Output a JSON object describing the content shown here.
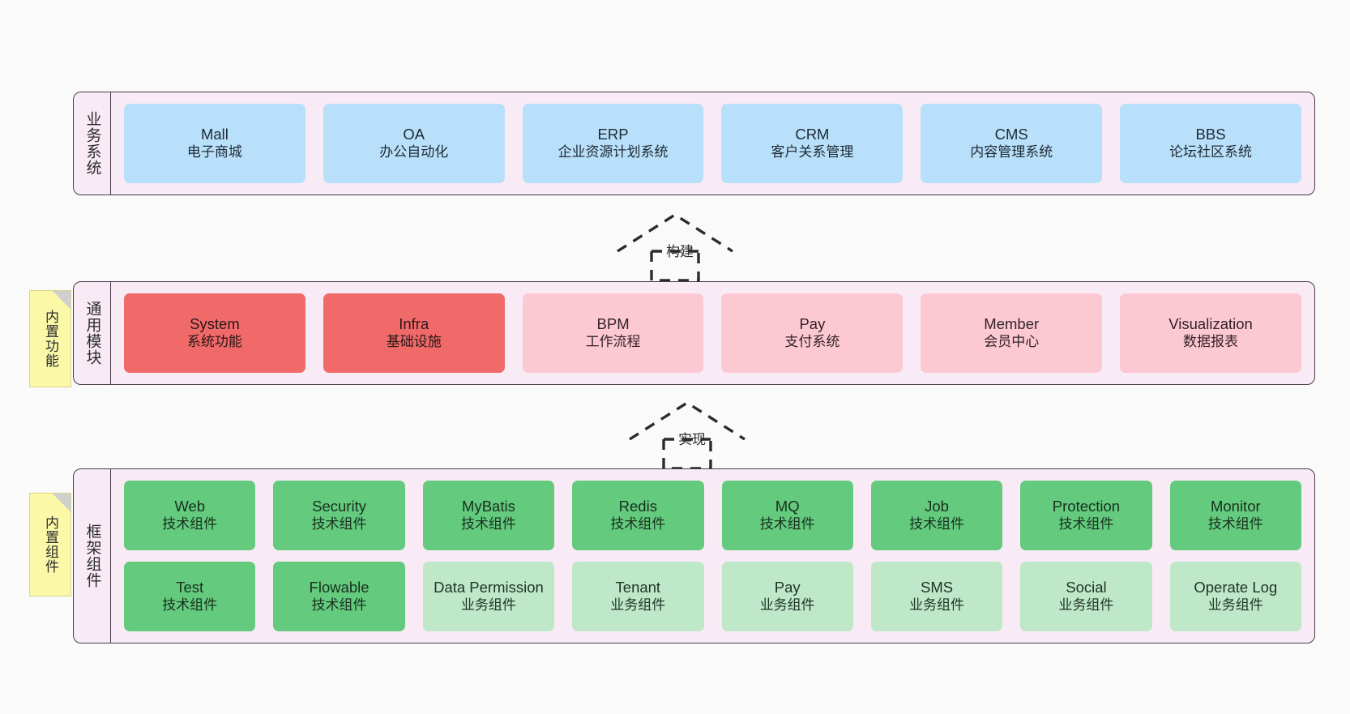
{
  "canvas": {
    "background": "#fafafa"
  },
  "palette": {
    "layer_fill": "#f9ebf5",
    "layer_border": "#4b3b4a",
    "business_card": "#b9e0fb",
    "core_module_strong": "#f16a6a",
    "core_module_light": "#fcc9d2",
    "framework_tech": "#64ca7d",
    "framework_business": "#bfe8c8",
    "note_fill": "#fbf8a8",
    "arrow_stroke": "#2b2b2b"
  },
  "layers": [
    {
      "id": "business-system",
      "title": "业务系统",
      "rows": [
        {
          "cards": [
            {
              "name": "Mall",
              "desc": "电子商城",
              "style": "blue"
            },
            {
              "name": "OA",
              "desc": "办公自动化",
              "style": "blue"
            },
            {
              "name": "ERP",
              "desc": "企业资源计划系统",
              "style": "blue"
            },
            {
              "name": "CRM",
              "desc": "客户关系管理",
              "style": "blue"
            },
            {
              "name": "CMS",
              "desc": "内容管理系统",
              "style": "blue"
            },
            {
              "name": "BBS",
              "desc": "论坛社区系统",
              "style": "blue"
            }
          ]
        }
      ]
    },
    {
      "id": "common-module",
      "title": "通用模块",
      "note": "内置功能",
      "rows": [
        {
          "cards": [
            {
              "name": "System",
              "desc": "系统功能",
              "style": "red"
            },
            {
              "name": "Infra",
              "desc": "基础设施",
              "style": "red"
            },
            {
              "name": "BPM",
              "desc": "工作流程",
              "style": "pinkl"
            },
            {
              "name": "Pay",
              "desc": "支付系统",
              "style": "pinkl"
            },
            {
              "name": "Member",
              "desc": "会员中心",
              "style": "pinkl"
            },
            {
              "name": "Visualization",
              "desc": "数据报表",
              "style": "pinkl"
            }
          ]
        }
      ]
    },
    {
      "id": "framework-component",
      "title": "框架组件",
      "note": "内置组件",
      "rows": [
        {
          "cards": [
            {
              "name": "Web",
              "desc": "技术组件",
              "style": "green"
            },
            {
              "name": "Security",
              "desc": "技术组件",
              "style": "green"
            },
            {
              "name": "MyBatis",
              "desc": "技术组件",
              "style": "green"
            },
            {
              "name": "Redis",
              "desc": "技术组件",
              "style": "green"
            },
            {
              "name": "MQ",
              "desc": "技术组件",
              "style": "green"
            },
            {
              "name": "Job",
              "desc": "技术组件",
              "style": "green"
            },
            {
              "name": "Protection",
              "desc": "技术组件",
              "style": "green"
            },
            {
              "name": "Monitor",
              "desc": "技术组件",
              "style": "green"
            }
          ]
        },
        {
          "cards": [
            {
              "name": "Test",
              "desc": "技术组件",
              "style": "green"
            },
            {
              "name": "Flowable",
              "desc": "技术组件",
              "style": "green"
            },
            {
              "name": "Data Permission",
              "desc": "业务组件",
              "style": "greenl"
            },
            {
              "name": "Tenant",
              "desc": "业务组件",
              "style": "greenl"
            },
            {
              "name": "Pay",
              "desc": "业务组件",
              "style": "greenl"
            },
            {
              "name": "SMS",
              "desc": "业务组件",
              "style": "greenl"
            },
            {
              "name": "Social",
              "desc": "业务组件",
              "style": "greenl"
            },
            {
              "name": "Operate Log",
              "desc": "业务组件",
              "style": "greenl"
            }
          ]
        }
      ]
    }
  ],
  "connectors": [
    {
      "id": "build",
      "label": "构建",
      "from": "common-module",
      "to": "business-system",
      "style": "dashed-generalization"
    },
    {
      "id": "implement",
      "label": "实现",
      "from": "framework-component",
      "to": "common-module",
      "style": "dashed-generalization"
    }
  ]
}
